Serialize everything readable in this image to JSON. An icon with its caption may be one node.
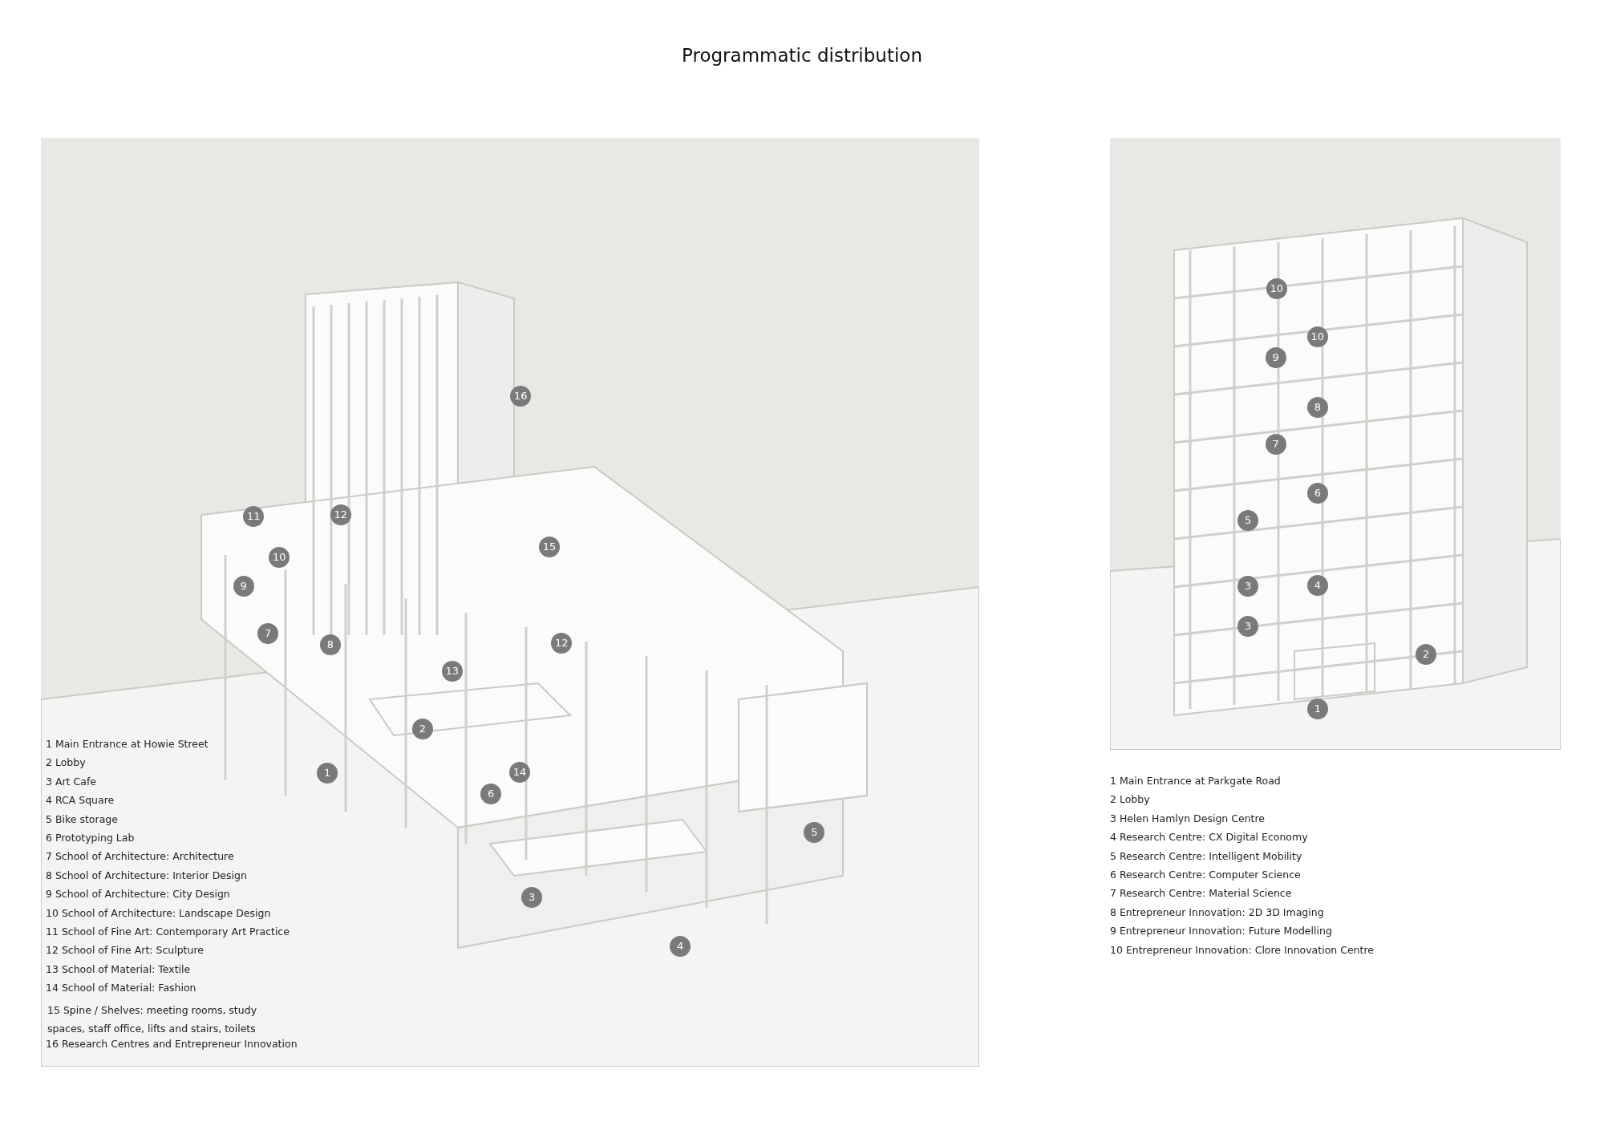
{
  "diagram": {
    "title": "Programmatic distribution",
    "labels": [
      "16",
      "11",
      "12",
      "15",
      "10",
      "9",
      "7",
      "8",
      "12",
      "13",
      "2",
      "1",
      "14",
      "6",
      "5",
      "3",
      "4",
      "1 Main Entrance at Howie Street",
      "2 Lobby",
      "3 Art Cafe",
      "4 RCA Square",
      "5 Bike storage",
      "6 Prototyping Lab",
      "7 School of Architecture: Architecture",
      "8 School of Architecture: Interior Design",
      "9 School of Architecture: City Design",
      "10 School of Architecture: Landscape Design",
      "11 School of Fine Art: Contemporary Art Practice",
      "12 School of Fine Art: Sculpture",
      "13 School of Material: Textile",
      "14 School of Material: Fashion",
      "15 Spine / Shelves: meeting rooms, study spaces, staff office, lifts and stairs, toilets",
      "16 Research Centres and Entrepreneur Innovation",
      "10",
      "10",
      "9",
      "8",
      "7",
      "6",
      "5",
      "3",
      "4",
      "3",
      "2",
      "1",
      "1 Main Entrance at Parkgate Road",
      "2 Lobby",
      "3 Helen Hamlyn Design Centre",
      "4 Research Centre: CX Digital Economy",
      "5 Research Centre: Intelligent Mobility",
      "6 Research Centre: Computer Science",
      "7 Research Centre: Material Science",
      "8 Entrepreneur Innovation: 2D 3D Imaging",
      "9 Entrepreneur Innovation: Future Modelling",
      "10 Entrepreneur Innovation: Clore Innovation Centre"
    ]
  }
}
